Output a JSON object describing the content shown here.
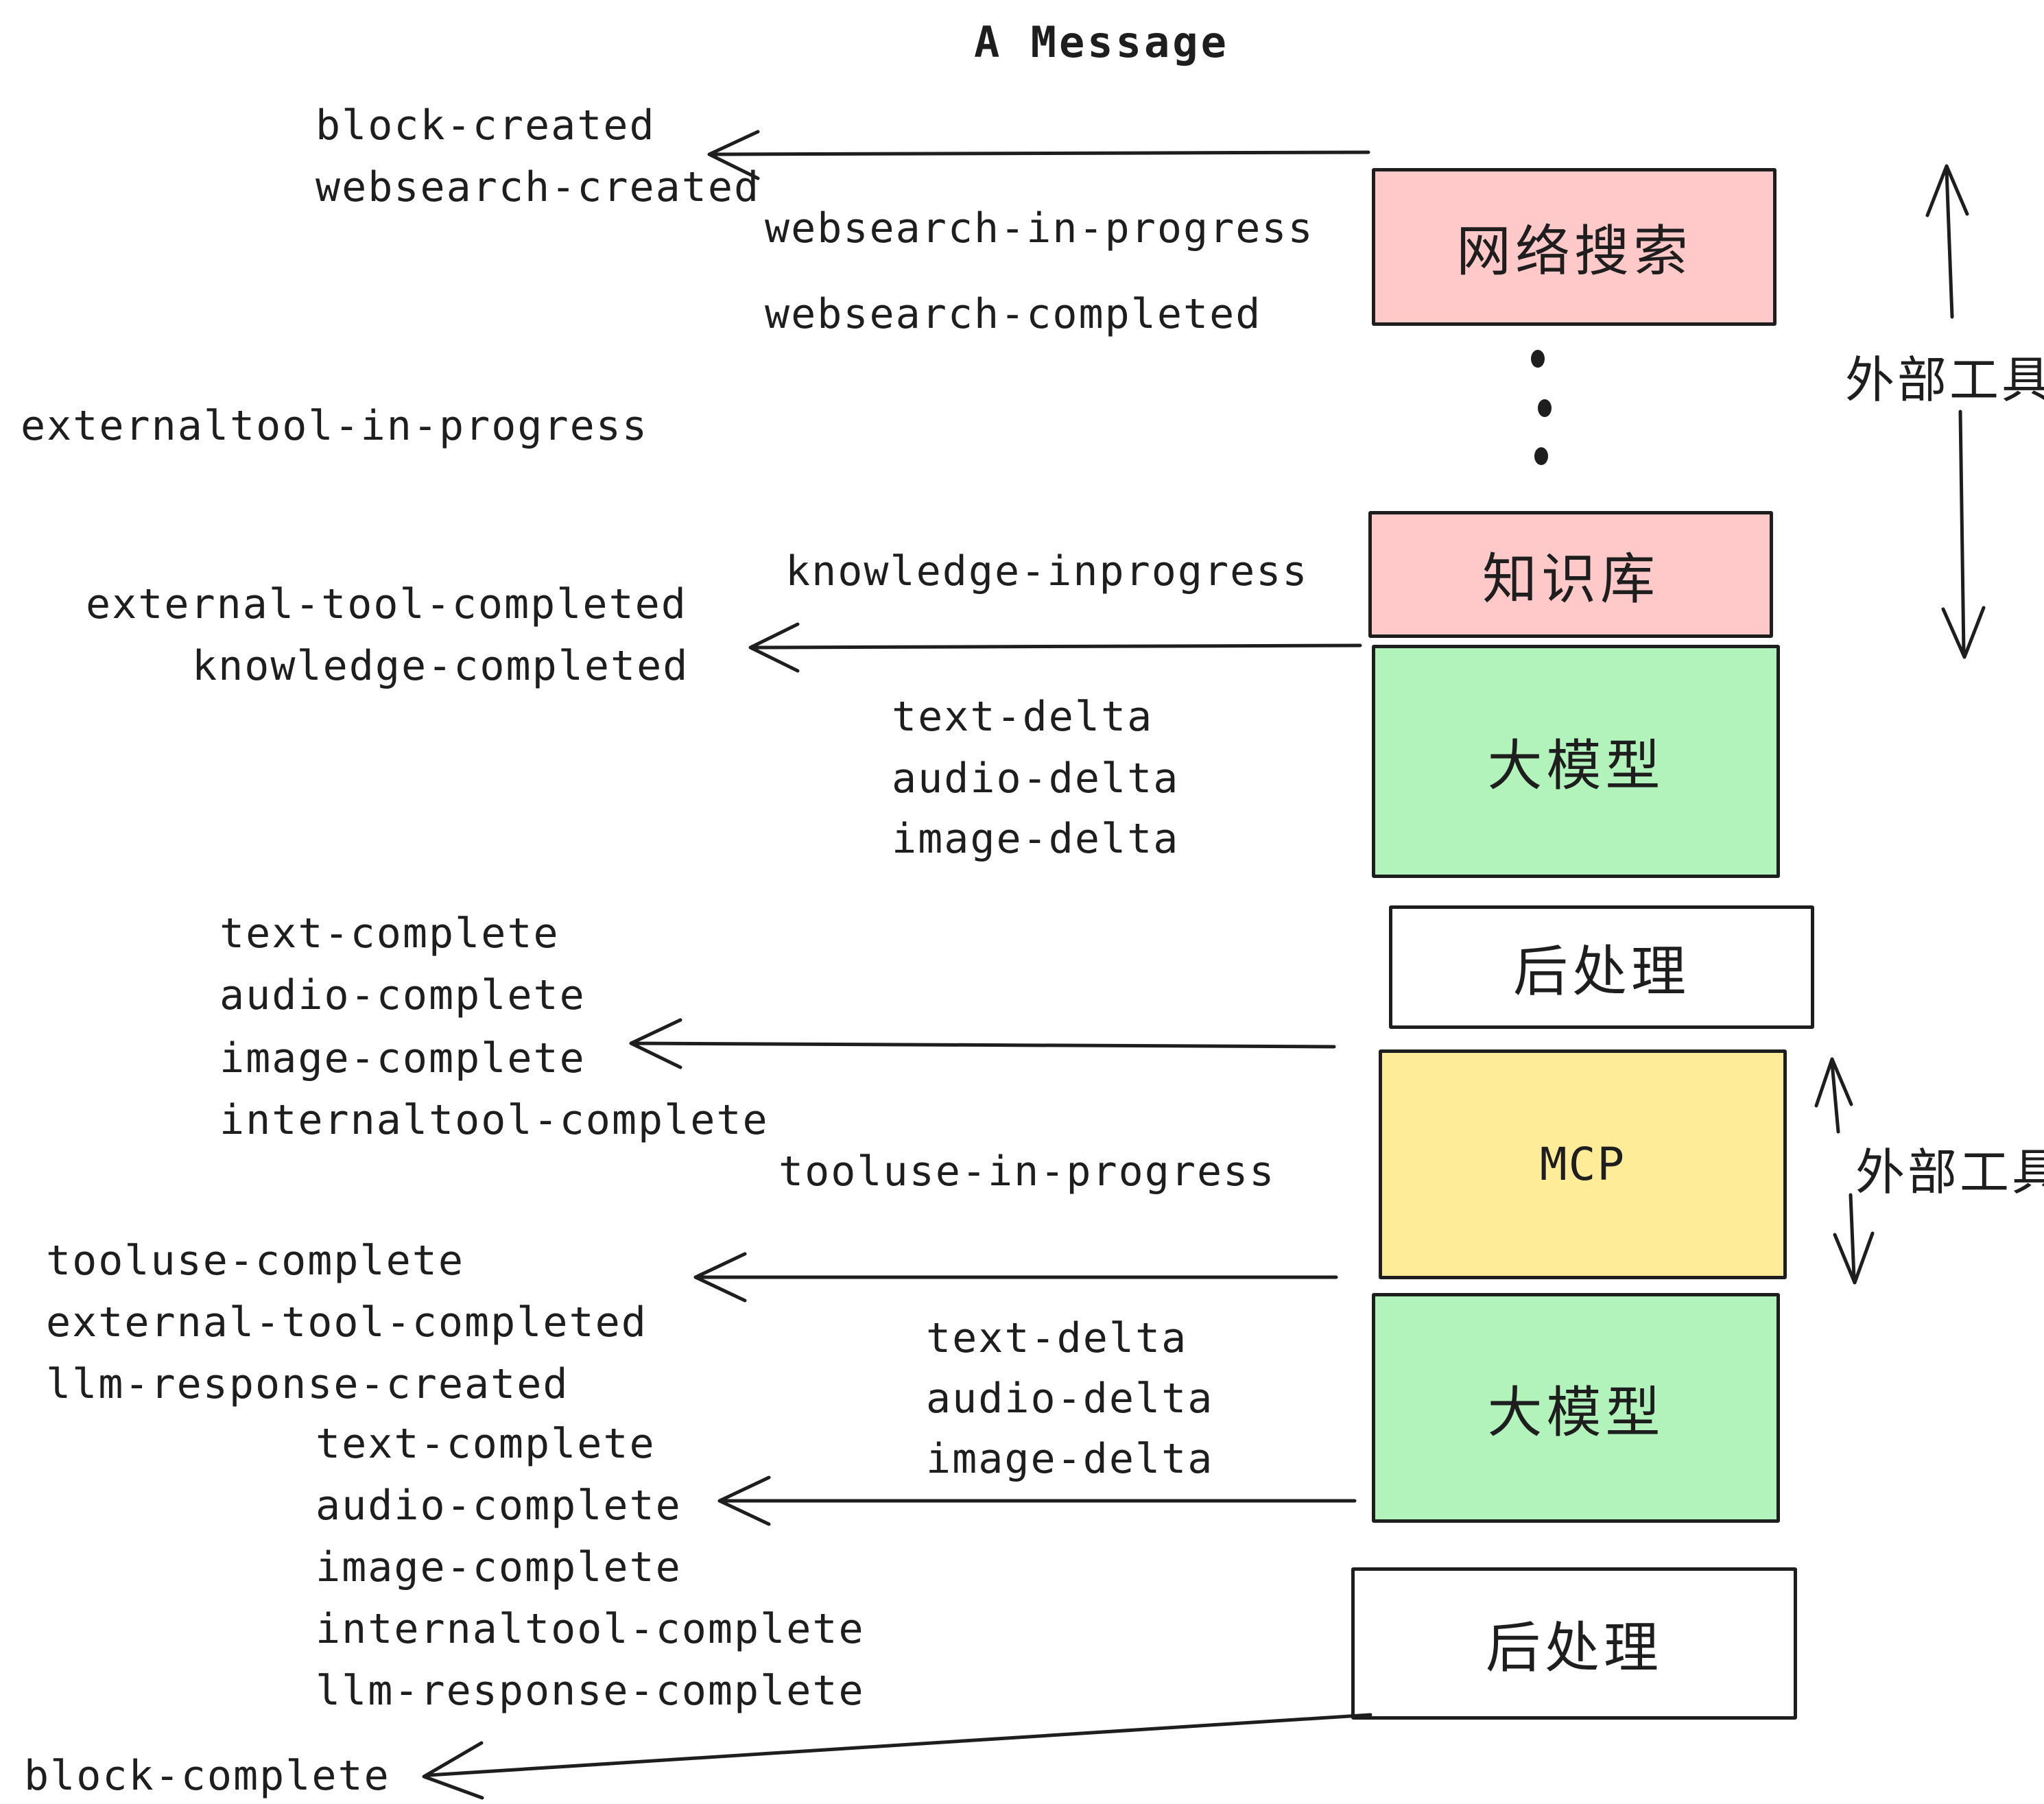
{
  "title": "A Message",
  "boxes": {
    "websearch": "网络搜索",
    "knowledge": "知识库",
    "llm1": "大模型",
    "postprocess1": "后处理",
    "mcp": "MCP",
    "llm2": "大模型",
    "postprocess2": "后处理"
  },
  "side_labels": {
    "external_tools_top": "外部工具",
    "external_tools_mid": "外部工具"
  },
  "events": {
    "block_created": "block-created",
    "websearch_created": "websearch-created",
    "websearch_in_progress": "websearch-in-progress",
    "websearch_completed": "websearch-completed",
    "externaltool_in_progress": "externaltool-in-progress",
    "knowledge_inprogress": "knowledge-inprogress",
    "external_tool_completed_1": "external-tool-completed",
    "knowledge_completed": "knowledge-completed",
    "text_delta_1": "text-delta",
    "audio_delta_1": "audio-delta",
    "image_delta_1": "image-delta",
    "text_complete_1": "text-complete",
    "audio_complete_1": "audio-complete",
    "image_complete_1": "image-complete",
    "internaltool_complete_1": "internaltool-complete",
    "tooluse_in_progress": "tooluse-in-progress",
    "tooluse_complete": "tooluse-complete",
    "external_tool_completed_2": "external-tool-completed",
    "llm_response_created": "llm-response-created",
    "text_delta_2": "text-delta",
    "audio_delta_2": "audio-delta",
    "image_delta_2": "image-delta",
    "text_complete_2": "text-complete",
    "audio_complete_2": "audio-complete",
    "image_complete_2": "image-complete",
    "internaltool_complete_2": "internaltool-complete",
    "llm_response_complete": "llm-response-complete",
    "block_complete": "block-complete"
  },
  "colors": {
    "pink": "#ffc9c9",
    "green": "#b2f2bb",
    "yellow": "#ffec99",
    "white": "#ffffff",
    "stroke": "#1e1e1e"
  }
}
